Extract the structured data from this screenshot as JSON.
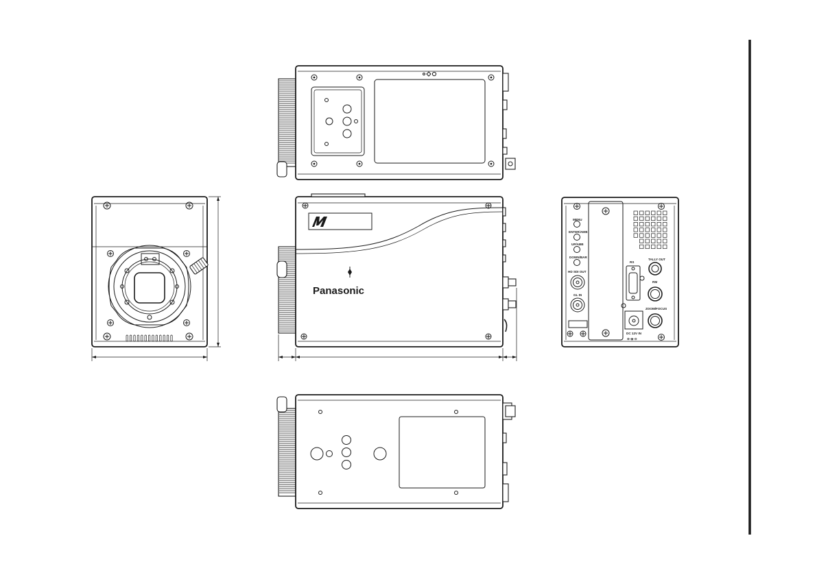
{
  "drawing": {
    "brand_text": "Panasonic",
    "panel_labels": {
      "menu": "MENU",
      "enter_awb": "ENTER/AWB",
      "up_abb": "UP/ABB",
      "down_bar": "DOWN/BAR",
      "hd_sdi_out": "HD SDI OUT",
      "gl_in": "GL IN",
      "rs": "RS",
      "tally_out": "TALLY OUT",
      "rm": "RM",
      "zoom_focus": "ZOOM/FOCUS",
      "dc_in": "DC 12V IN",
      "polarity": "⊕-◉-⊖"
    }
  },
  "colors": {
    "line": "#1a1a1a",
    "background": "#ffffff"
  }
}
